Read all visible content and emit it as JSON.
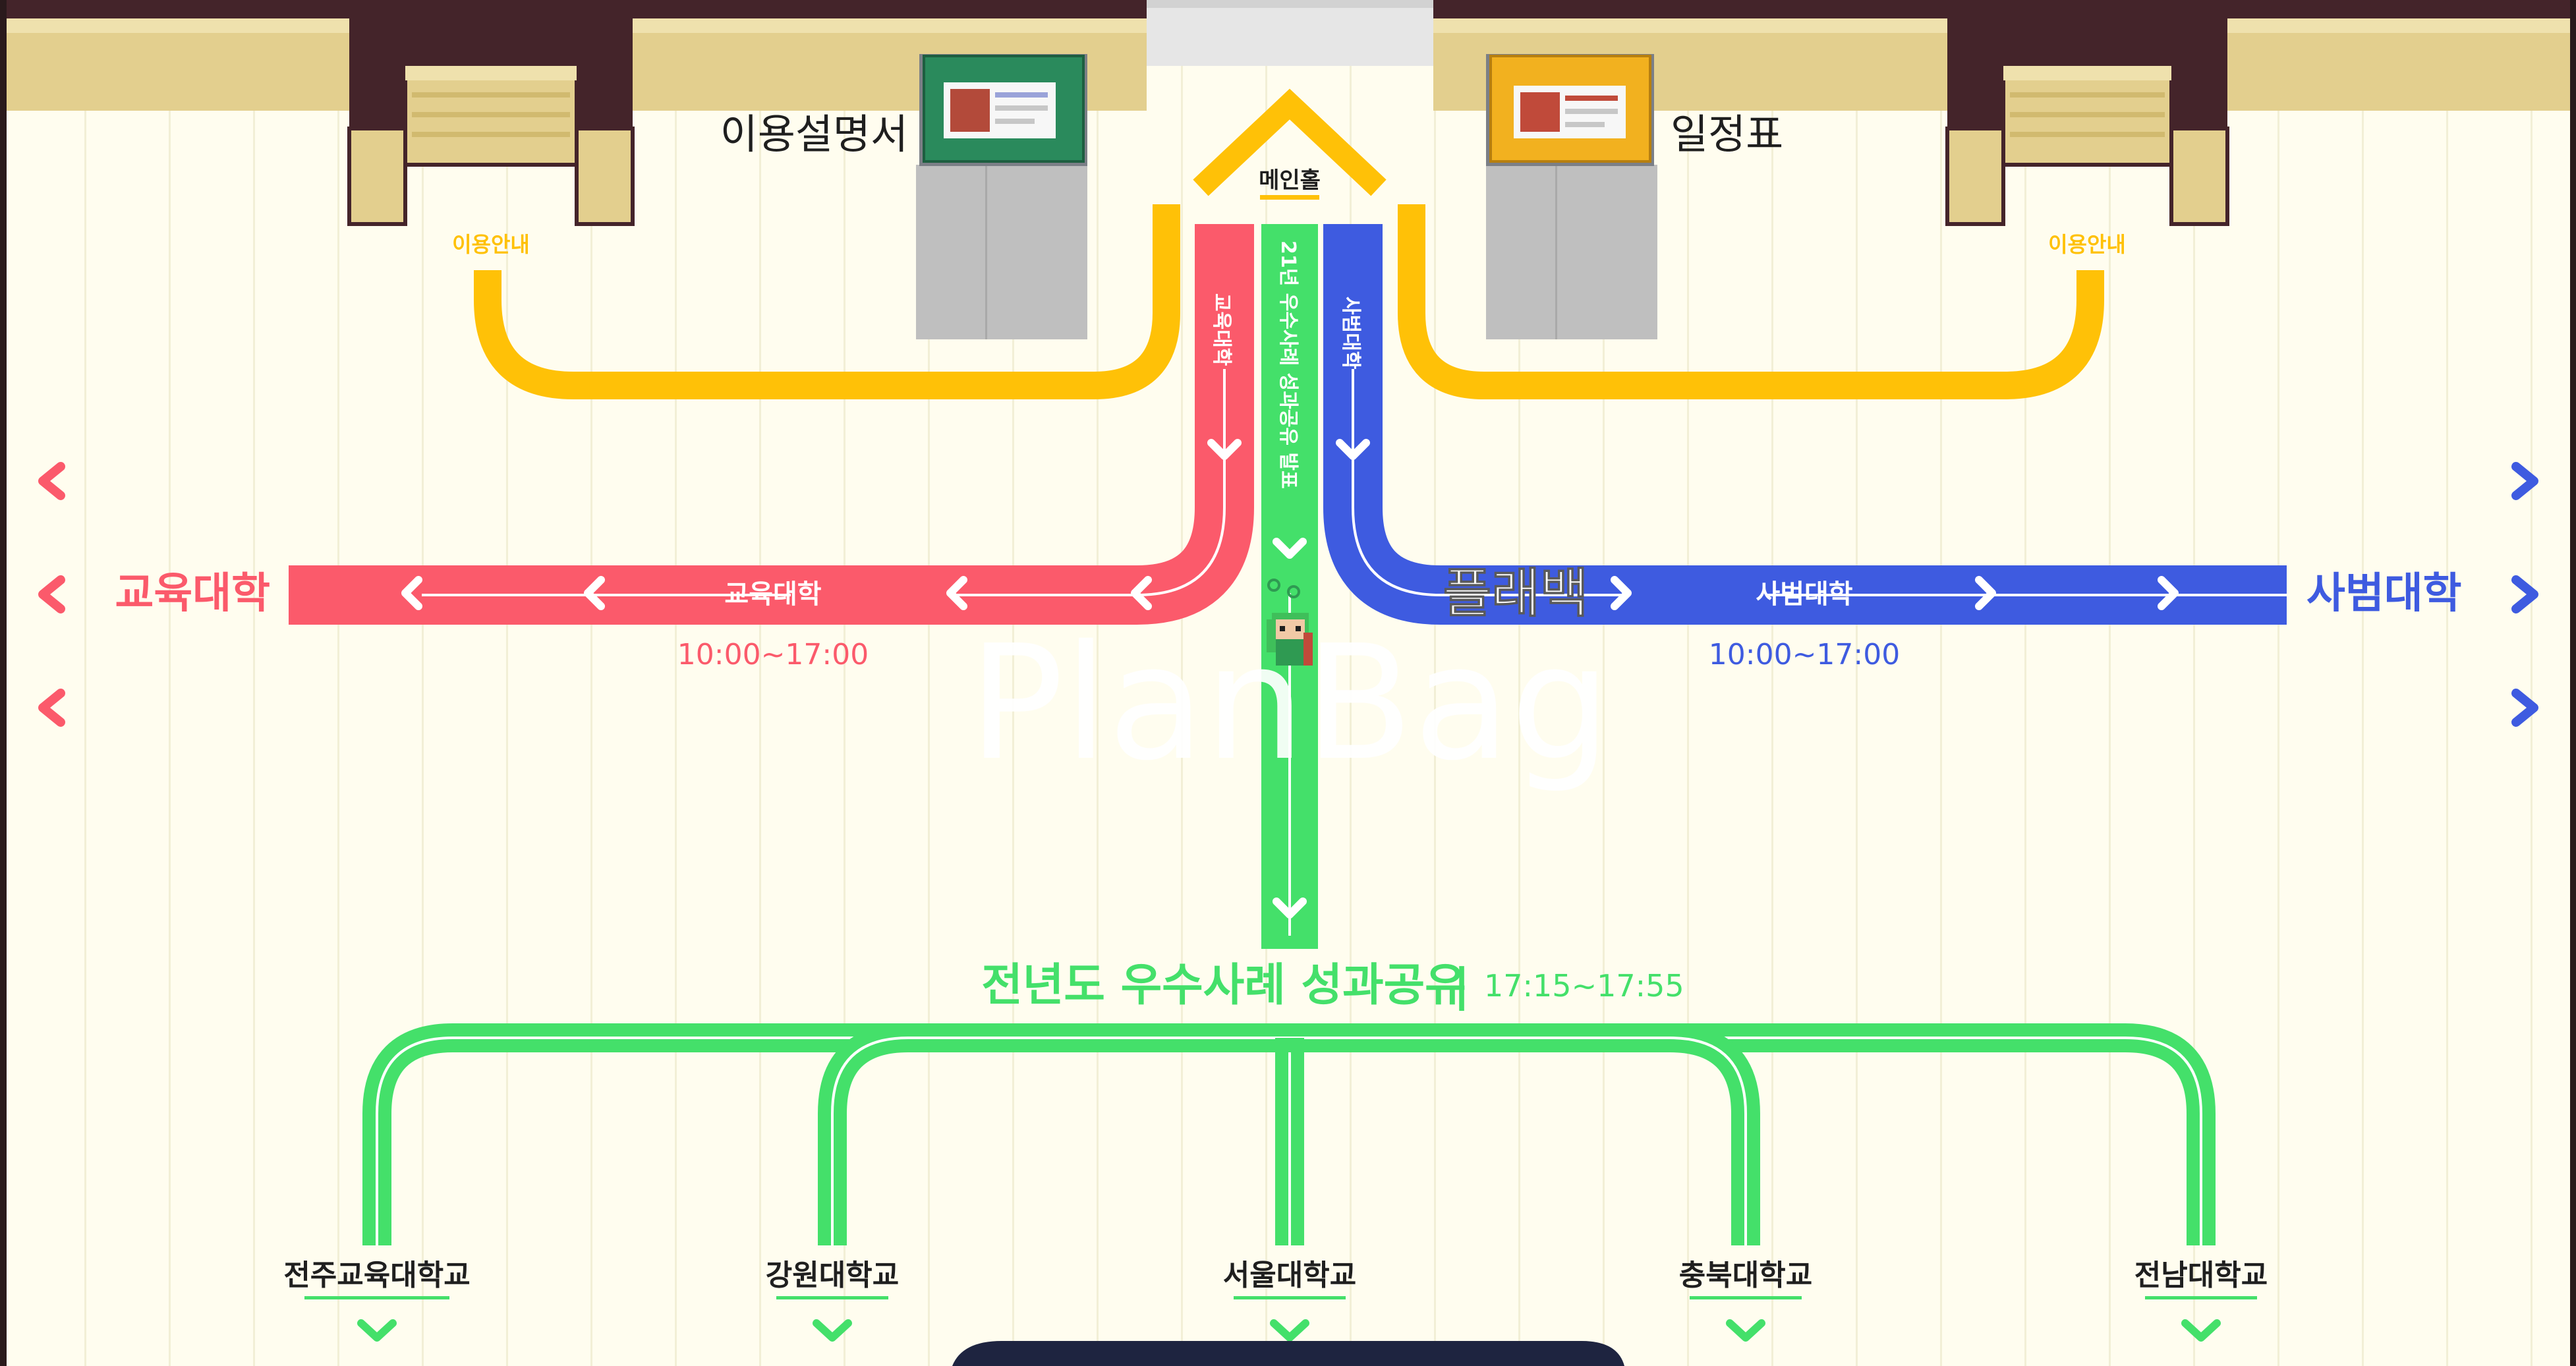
{
  "colors": {
    "floor": "#fffdef",
    "floor_stripe": "#f2efd6",
    "wall_dark": "#44242a",
    "wall_tan": "#e3cf8e",
    "wall_tan_light": "#efe1ad",
    "path_yellow": "#ffc107",
    "path_red": "#fb5a6b",
    "path_green": "#44e06a",
    "path_blue": "#3e5be0",
    "board_green": "#2a8a5c",
    "board_orange": "#f2b11f",
    "carpet_grey": "#bfbfbf",
    "dark_text": "#1f1f1f",
    "bottom_bar": "#1e2440"
  },
  "boards": {
    "left_label": "이용설명서",
    "right_label": "일정표"
  },
  "main_hall": {
    "label": "메인홀"
  },
  "info": {
    "left_label": "이용안내",
    "right_label": "이용안내"
  },
  "tracks": {
    "red_vertical_label": "교육대학",
    "green_vertical_label": "21년 우수사례 성과공유 발표",
    "blue_vertical_label": "사범대학"
  },
  "left_route": {
    "end_label": "교육대학",
    "bar_label": "교육대학",
    "time": "10:00~17:00"
  },
  "right_route": {
    "end_label": "사범대학",
    "bar_label": "사범대학",
    "time": "10:00~17:00",
    "overlay_label": "플래백"
  },
  "watermark": "PlanBag",
  "share": {
    "title": "전년도 우수사례 성과공유",
    "divider": "|",
    "time": "17:15~17:55"
  },
  "universities": [
    "전주교육대학교",
    "강원대학교",
    "서울대학교",
    "충북대학교",
    "전남대학교"
  ],
  "icons": {
    "nav_left": "chevron-left-icon",
    "nav_right": "chevron-right-icon",
    "down": "chevron-down-icon",
    "avatar": "player-avatar-icon"
  }
}
